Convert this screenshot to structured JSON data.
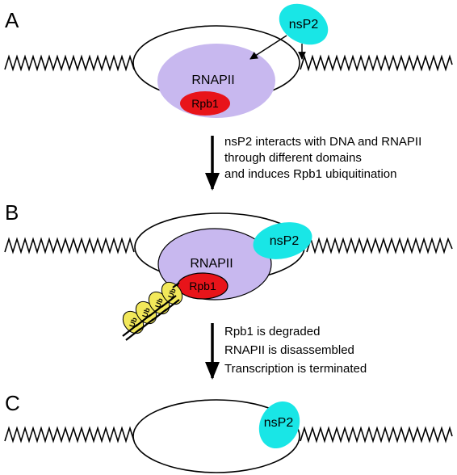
{
  "panels": [
    {
      "label": "A"
    },
    {
      "label": "B"
    },
    {
      "label": "C"
    }
  ],
  "molecules": {
    "nsp2": "nsP2",
    "rnapii": "RNAPII",
    "rpb1": "Rpb1",
    "ubiquitin": "Ub"
  },
  "steps": [
    {
      "lines": [
        "nsP2 interacts with DNA and RNAPII",
        "through different domains",
        "and induces Rpb1 ubiquitination"
      ]
    },
    {
      "lines": [
        "Rpb1 is degraded",
        "RNAPII is disassembled",
        "Transcription is terminated"
      ]
    }
  ],
  "colors": {
    "nsp2": "#19e6e6",
    "rnapii": "#c8b8ef",
    "rpb1": "#e8141a",
    "ubiquitin": "#f2e85a",
    "line": "#000000"
  }
}
